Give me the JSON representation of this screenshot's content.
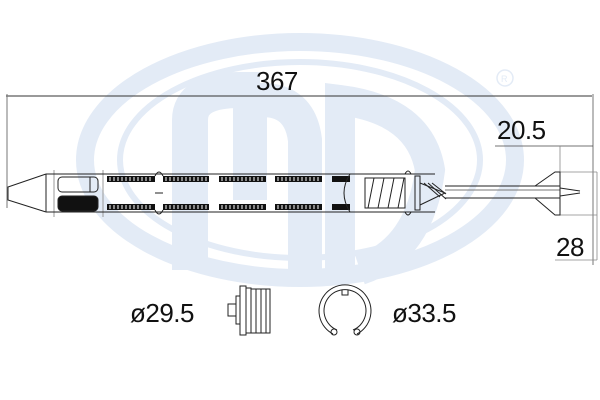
{
  "diagram": {
    "subject": "Receiver drier (air conditioning) technical drawing",
    "watermark": {
      "brand": "ERA",
      "color": "#e4ecf6",
      "registered_mark": "®"
    },
    "dimensions": {
      "overall_length": "367",
      "connector_length": "20.5",
      "connector_height": "28",
      "plug_diameter": "ø29.5",
      "circlip_diameter": "ø33.5"
    },
    "colors": {
      "line": "#222222",
      "dimension_line": "#444444",
      "watermark": "#e3ebf6"
    }
  }
}
